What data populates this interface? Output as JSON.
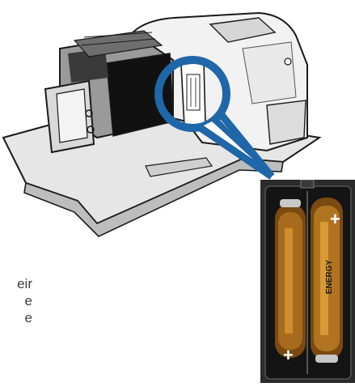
{
  "caption_lines": [
    "eir",
    "e",
    "e"
  ],
  "battery_photo": {
    "polarity_top_right": "+",
    "polarity_bottom_left": "+",
    "battery_brand": "ENERGY"
  },
  "colors": {
    "callout_ring": "#1f67a8",
    "device_line": "#1a1a1a",
    "device_shade": "#bfbfbf",
    "photo_background": "#222222"
  }
}
